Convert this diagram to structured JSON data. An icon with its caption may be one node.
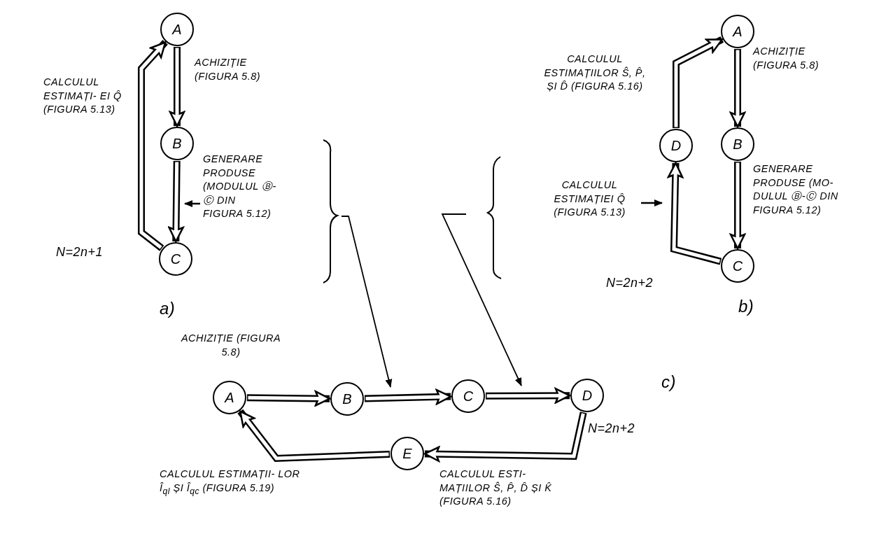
{
  "diagram": {
    "nodes": [
      {
        "text": [
          "A"
        ]
      },
      {
        "text": [
          "B"
        ]
      },
      {
        "text": [
          "C"
        ]
      },
      {
        "text": [
          "A"
        ]
      },
      {
        "text": [
          "B"
        ]
      },
      {
        "text": [
          "C"
        ]
      },
      {
        "text": [
          "D"
        ]
      },
      {
        "text": [
          "A"
        ],
        "beside": [
          "ACHIZIȚIE (FIGURA 5.8)"
        ]
      },
      {
        "text": [
          "B"
        ]
      },
      {
        "text": [
          "C"
        ]
      },
      {
        "text": [
          "D"
        ]
      },
      {
        "text": [
          "E"
        ]
      }
    ],
    "edges": [
      {
        "from": 0,
        "to": 1,
        "arrow": "to",
        "label": "ACHIZIȚIE (FIGURA 5.8)"
      },
      {
        "from": 1,
        "to": 2,
        "arrow": "to",
        "label": "GENERARE PRODUSE (MODULUL Ⓑ-Ⓒ DIN FIGURA 5.12)"
      },
      {
        "from": 2,
        "to": 0,
        "arrow": "to",
        "label": "CALCULUL ESTIMAȚI- EI Q̂ (FIGURA 5.13)"
      },
      {
        "from": 3,
        "to": 4,
        "arrow": "to",
        "label": "ACHIZIȚIE (FIGURA 5.8)"
      },
      {
        "from": 4,
        "to": 5,
        "arrow": "to",
        "label": "GENERARE PRODUSE (MO- DULUL Ⓑ-Ⓒ DIN FIGURA 5.12)"
      },
      {
        "from": 5,
        "to": 6,
        "arrow": "to",
        "label": "CALCULUL ESTIMAȚIEI Q̂ (FIGURA 5.13)"
      },
      {
        "from": 6,
        "to": 3,
        "arrow": "to",
        "label": "CALCULUL ESTIMAȚIILOR Ŝ, P̂, ȘI D̂ (FIGURA 5.16)"
      },
      {
        "from": 7,
        "to": 8,
        "arrow": "to"
      },
      {
        "from": 8,
        "to": 9,
        "arrow": "to"
      },
      {
        "from": 9,
        "to": 10,
        "arrow": "to"
      },
      {
        "from": 10,
        "to": 11,
        "arrow": "to",
        "label": "CALCULUL ESTI- MAȚIILOR Ŝ, P̂, D̂ ȘI K̂ (FIGURA 5.16)"
      },
      {
        "from": 11,
        "to": 7,
        "arrow": "to",
        "label": "CALCULUL ESTIMAȚII- LOR Î$_{ql}$ ȘI Î$_{qc}$ (FIGURA 5.19)"
      }
    ],
    "labels": [
      "N=2n+1",
      "a)",
      "N=2n+2",
      "b)",
      "c)",
      "N=2n+2"
    ]
  }
}
